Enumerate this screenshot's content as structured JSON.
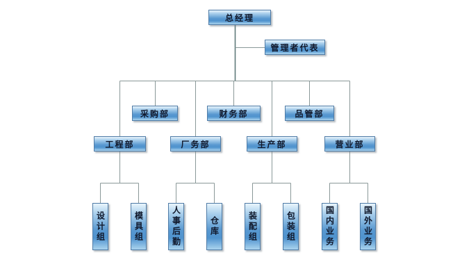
{
  "diagram": {
    "type": "org-chart",
    "root": {
      "label": "总经理"
    },
    "management_rep": {
      "label": "管理者代表"
    },
    "staff_departments": [
      {
        "label": "采购部"
      },
      {
        "label": "财务部"
      },
      {
        "label": "品管部"
      }
    ],
    "departments": [
      {
        "label": "工程部",
        "children": [
          {
            "label": "设计组"
          },
          {
            "label": "模具组"
          }
        ]
      },
      {
        "label": "厂务部",
        "children": [
          {
            "label": "人事后勤"
          },
          {
            "label": "仓库"
          }
        ]
      },
      {
        "label": "生产部",
        "children": [
          {
            "label": "装配组"
          },
          {
            "label": "包装组"
          }
        ]
      },
      {
        "label": "营业部",
        "children": [
          {
            "label": "国内业务"
          },
          {
            "label": "国外业务"
          }
        ]
      }
    ],
    "colors": {
      "box_gradient_top": "#e9f5fc",
      "box_gradient_mid": "#5898d0",
      "box_gradient_bottom": "#aad3ee",
      "box_border": "#4f7ba6",
      "connector_line": "#8a9898",
      "trunk_line": "#5f7a7a",
      "text": "#10182b",
      "background": "#ffffff"
    }
  }
}
